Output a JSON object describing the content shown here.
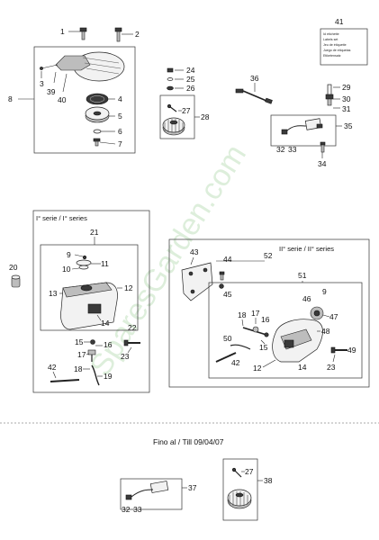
{
  "watermark": "SparesGarden.com",
  "kit_label": {
    "number": "41",
    "lines": [
      "Id etichette",
      "Labels set",
      "Jeu de étiquette",
      "Juego de etiquetas",
      "Etiketensatz"
    ]
  },
  "series_1": {
    "title": "I° serie / I° series"
  },
  "series_2": {
    "title": "II° serie / II° series"
  },
  "footer": {
    "date_note": "Fino al / Till  09/04/07"
  },
  "part_numbers": {
    "p1": "1",
    "p2": "2",
    "p3": "3",
    "p4": "4",
    "p5": "5",
    "p6": "6",
    "p7": "7",
    "p8": "8",
    "p9a": "9",
    "p9b": "9",
    "p10": "10",
    "p11": "11",
    "p12a": "12",
    "p12b": "12",
    "p13": "13",
    "p14a": "14",
    "p14b": "14",
    "p15a": "15",
    "p15b": "15",
    "p16a": "16",
    "p16b": "16",
    "p17a": "17",
    "p17b": "17",
    "p18a": "18",
    "p18b": "18",
    "p19": "19",
    "p20": "20",
    "p21": "21",
    "p22": "22",
    "p23a": "23",
    "p23b": "23",
    "p24": "24",
    "p25": "25",
    "p26": "26",
    "p27a": "27",
    "p27b": "27",
    "p28": "28",
    "p29": "29",
    "p30": "30",
    "p31": "31",
    "p32a": "32",
    "p32b": "32",
    "p33a": "33",
    "p33b": "33",
    "p34": "34",
    "p35": "35",
    "p36": "36",
    "p37": "37",
    "p38": "38",
    "p39": "39",
    "p40": "40",
    "p42a": "42",
    "p42b": "42",
    "p43": "43",
    "p44": "44",
    "p45": "45",
    "p46": "46",
    "p47": "47",
    "p48": "48",
    "p49": "49",
    "p50": "50",
    "p51": "51",
    "p52": "52"
  }
}
